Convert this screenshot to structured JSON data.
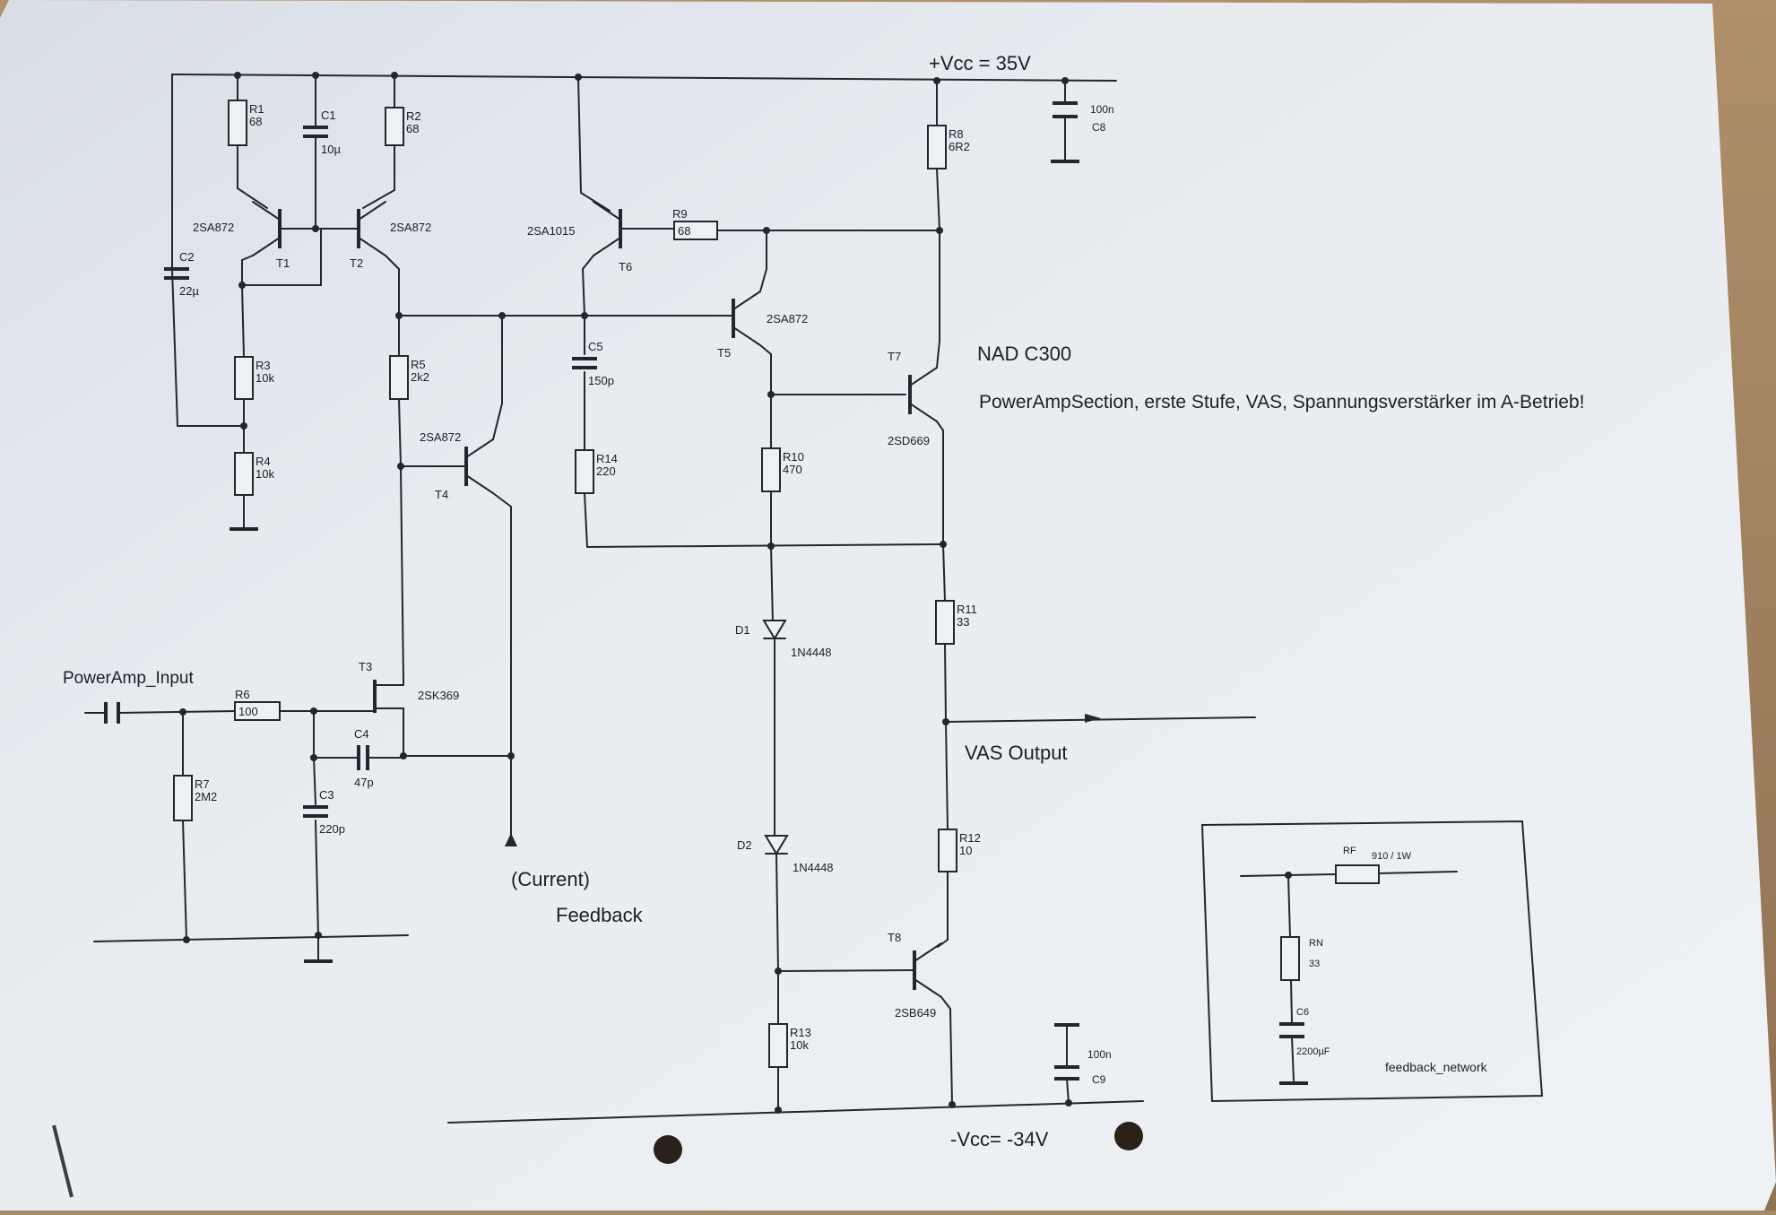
{
  "labels": {
    "vcc_pos": "+Vcc = 35V",
    "vcc_neg": "-Vcc= -34V",
    "title": "NAD C300",
    "subtitle": "PowerAmpSection, erste Stufe, VAS, Spannungsverstärker im A-Betrieb!",
    "input": "PowerAmp_Input",
    "current": "(Current)",
    "feedback": "Feedback",
    "vas_output": "VAS Output"
  },
  "components": {
    "R1": {
      "ref": "R1",
      "value": "68"
    },
    "R2": {
      "ref": "R2",
      "value": "68"
    },
    "R3": {
      "ref": "R3",
      "value": "10k"
    },
    "R4": {
      "ref": "R4",
      "value": "10k"
    },
    "R5": {
      "ref": "R5",
      "value": "2k2"
    },
    "R6": {
      "ref": "R6",
      "value": "100"
    },
    "R7": {
      "ref": "R7",
      "value": "2M2"
    },
    "R8": {
      "ref": "R8",
      "value": "6R2"
    },
    "R9": {
      "ref": "R9",
      "value": "68"
    },
    "R10": {
      "ref": "R10",
      "value": "470"
    },
    "R11": {
      "ref": "R11",
      "value": "33"
    },
    "R12": {
      "ref": "R12",
      "value": "10"
    },
    "R13": {
      "ref": "R13",
      "value": "10k"
    },
    "R14": {
      "ref": "R14",
      "value": "220"
    },
    "C1": {
      "ref": "C1",
      "value": "10µ"
    },
    "C2": {
      "ref": "C2",
      "value": "22µ"
    },
    "C3": {
      "ref": "C3",
      "value": "220p"
    },
    "C4": {
      "ref": "C4",
      "value": "47p"
    },
    "C5": {
      "ref": "C5",
      "value": "150p"
    },
    "C8": {
      "ref": "C8",
      "value": "100n"
    },
    "C9": {
      "ref": "C9",
      "value": "100n"
    },
    "D1": {
      "ref": "D1",
      "value": "1N4448"
    },
    "D2": {
      "ref": "D2",
      "value": "1N4448"
    },
    "T1": {
      "ref": "T1",
      "part": "2SA872"
    },
    "T2": {
      "ref": "T2",
      "part": "2SA872"
    },
    "T3": {
      "ref": "T3",
      "part": "2SK369"
    },
    "T4": {
      "ref": "T4",
      "part": "2SA872"
    },
    "T5": {
      "ref": "T5",
      "part": "2SA872"
    },
    "T6": {
      "ref": "T6",
      "part": "2SA1015"
    },
    "T7": {
      "ref": "T7",
      "part": "2SD669"
    },
    "T8": {
      "ref": "T8",
      "part": "2SB649"
    }
  },
  "inset": {
    "name": "feedback_network",
    "RF": {
      "ref": "RF",
      "value": "910 / 1W"
    },
    "RN": {
      "ref": "RN",
      "value": "33"
    },
    "C6": {
      "ref": "C6",
      "value": "2200µF"
    }
  },
  "colors": {
    "paper": "#e9edf2",
    "ink": "#23262d",
    "background": "#a88a67"
  }
}
